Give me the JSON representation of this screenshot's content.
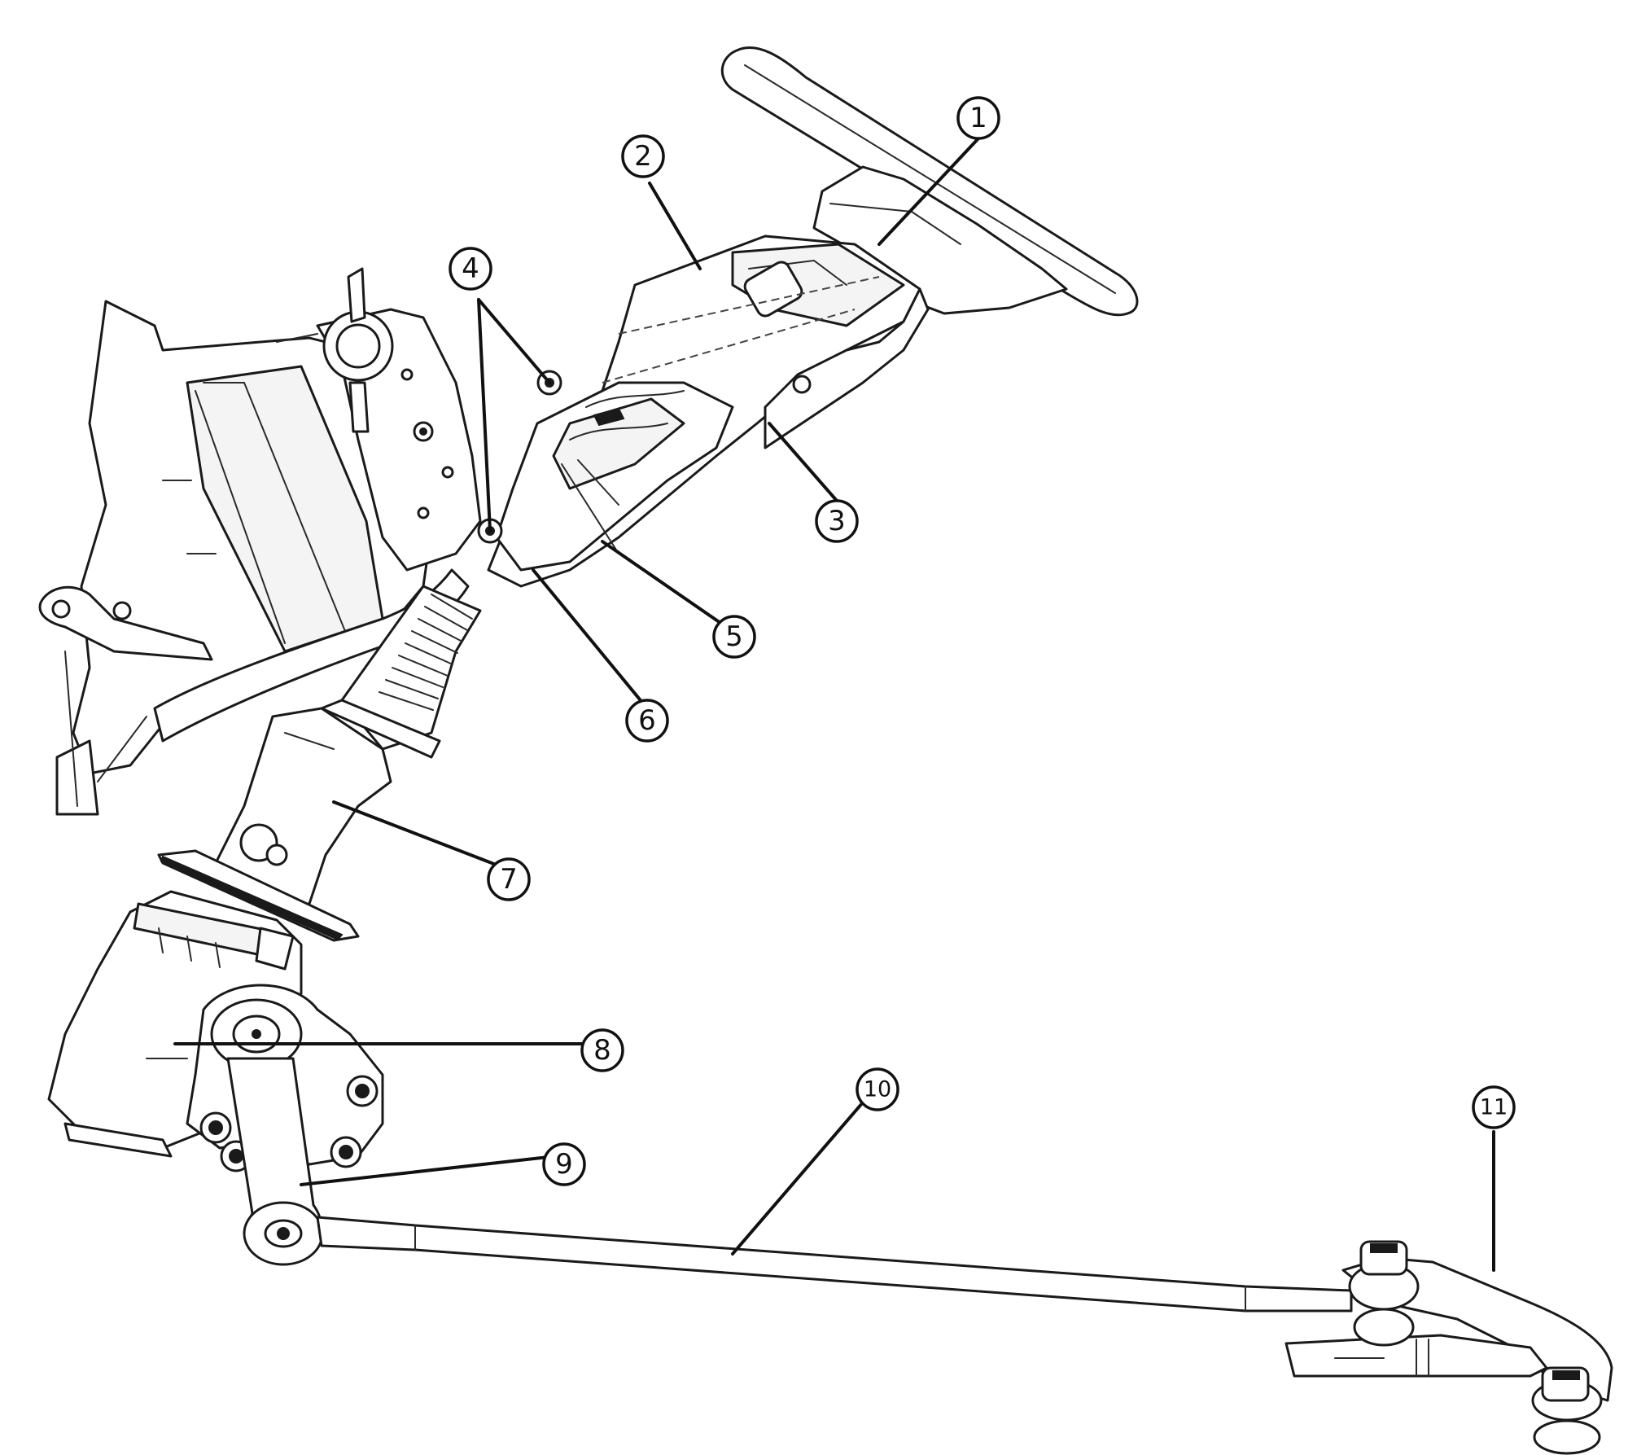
{
  "callouts": [
    {
      "id": "1",
      "label": "1"
    },
    {
      "id": "2",
      "label": "2"
    },
    {
      "id": "3",
      "label": "3"
    },
    {
      "id": "4",
      "label": "4"
    },
    {
      "id": "5",
      "label": "5"
    },
    {
      "id": "6",
      "label": "6"
    },
    {
      "id": "7",
      "label": "7"
    },
    {
      "id": "8",
      "label": "8"
    },
    {
      "id": "9",
      "label": "9"
    },
    {
      "id": "10",
      "label": "10"
    },
    {
      "id": "11",
      "label": "11"
    }
  ],
  "colors": {
    "line": "#1a1a1a",
    "paper": "#ffffff",
    "shade": "#f4f4f4"
  }
}
